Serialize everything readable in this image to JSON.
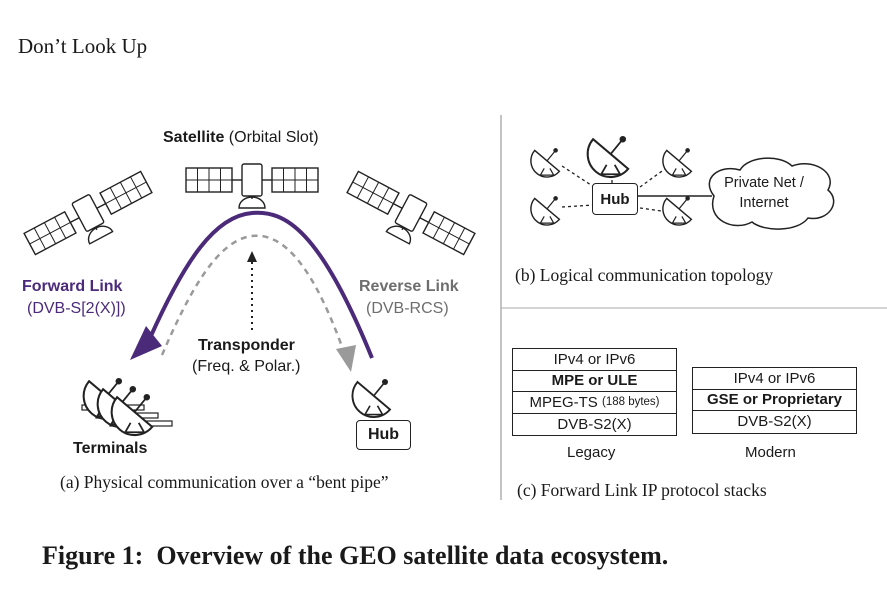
{
  "running_head": "Don’t Look Up",
  "panel_a": {
    "satellite_title_bold": "Satellite",
    "satellite_title_rest": " (Orbital Slot)",
    "forward_title": "Forward Link",
    "forward_sub": "(DVB-S[2(X)])",
    "reverse_title": "Reverse Link",
    "reverse_sub": "(DVB-RCS)",
    "transponder_title": "Transponder",
    "transponder_sub": "(Freq. & Polar.)",
    "terminals": "Terminals",
    "hub": "Hub",
    "caption": "(a) Physical communication over a “bent pipe”"
  },
  "panel_b": {
    "hub": "Hub",
    "cloud_line1": "Private Net /",
    "cloud_line2": "Internet",
    "caption": "(b) Logical communication topology"
  },
  "panel_c": {
    "legacy_rows": [
      "IPv4 or IPv6",
      "MPE or ULE",
      "MPEG-TS",
      "DVB-S2(X)"
    ],
    "legacy_mpeg_note": "(188 bytes)",
    "modern_rows": [
      "IPv4 or IPv6",
      "GSE or Proprietary",
      "DVB-S2(X)"
    ],
    "legacy_label": "Legacy",
    "modern_label": "Modern",
    "caption": "(c) Forward Link IP protocol stacks"
  },
  "figure_caption": "Figure 1:  Overview of the GEO satellite data ecosystem.",
  "colors": {
    "forward_link": "#4b2a7a",
    "reverse_link": "#9a9a9a",
    "ink": "#1a1a1a"
  },
  "icons": [
    "satellite-icon",
    "dish-icon",
    "cloud-icon"
  ]
}
